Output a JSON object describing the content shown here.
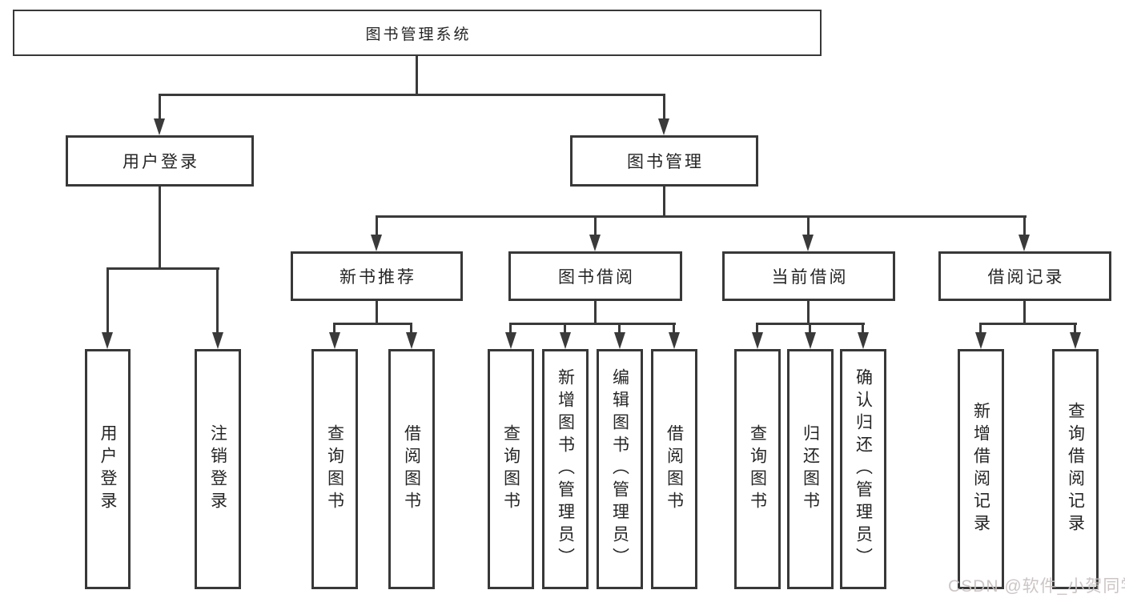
{
  "diagram_title": "图书管理系统",
  "tree": {
    "label": "图书管理系统",
    "children": [
      {
        "label": "用户登录",
        "children": [
          {
            "label": "用户登录"
          },
          {
            "label": "注销登录"
          }
        ]
      },
      {
        "label": "图书管理",
        "children": [
          {
            "label": "新书推荐",
            "children": [
              {
                "label": "查询图书"
              },
              {
                "label": "借阅图书"
              }
            ]
          },
          {
            "label": "图书借阅",
            "children": [
              {
                "label": "查询图书"
              },
              {
                "label": "新增图书（管理员）"
              },
              {
                "label": "编辑图书（管理员）"
              },
              {
                "label": "借阅图书"
              }
            ]
          },
          {
            "label": "当前借阅",
            "children": [
              {
                "label": "查询图书"
              },
              {
                "label": "归还图书"
              },
              {
                "label": "确认归还（管理员）"
              }
            ]
          },
          {
            "label": "借阅记录",
            "children": [
              {
                "label": "新增借阅记录"
              },
              {
                "label": "查询借阅记录"
              }
            ]
          }
        ]
      }
    ]
  },
  "watermark": "CSDN @软件_小贺同学",
  "colors": {
    "line": "#3a3a3a",
    "box_border": "#383838",
    "text": "#252525",
    "background": "#ffffff",
    "watermark": "#c8c1c1"
  }
}
